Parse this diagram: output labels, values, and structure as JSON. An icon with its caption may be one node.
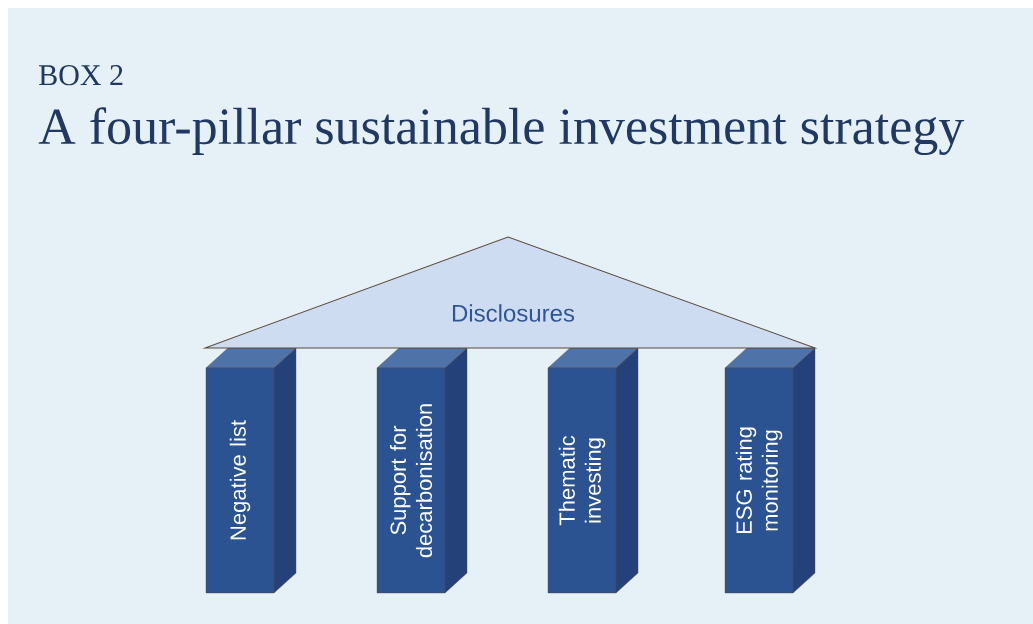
{
  "diagram": {
    "title": "A four-pillar sustainable investment strategy",
    "nodes": [
      {
        "text": [
          "Disclosures"
        ]
      },
      {
        "text": [
          "Negative list"
        ]
      },
      {
        "text": [
          "Support for decarbonisation"
        ]
      },
      {
        "text": [
          "Thematic investing"
        ]
      },
      {
        "text": [
          "ESG rating monitoring"
        ]
      }
    ],
    "labels": [
      "BOX 2"
    ]
  }
}
